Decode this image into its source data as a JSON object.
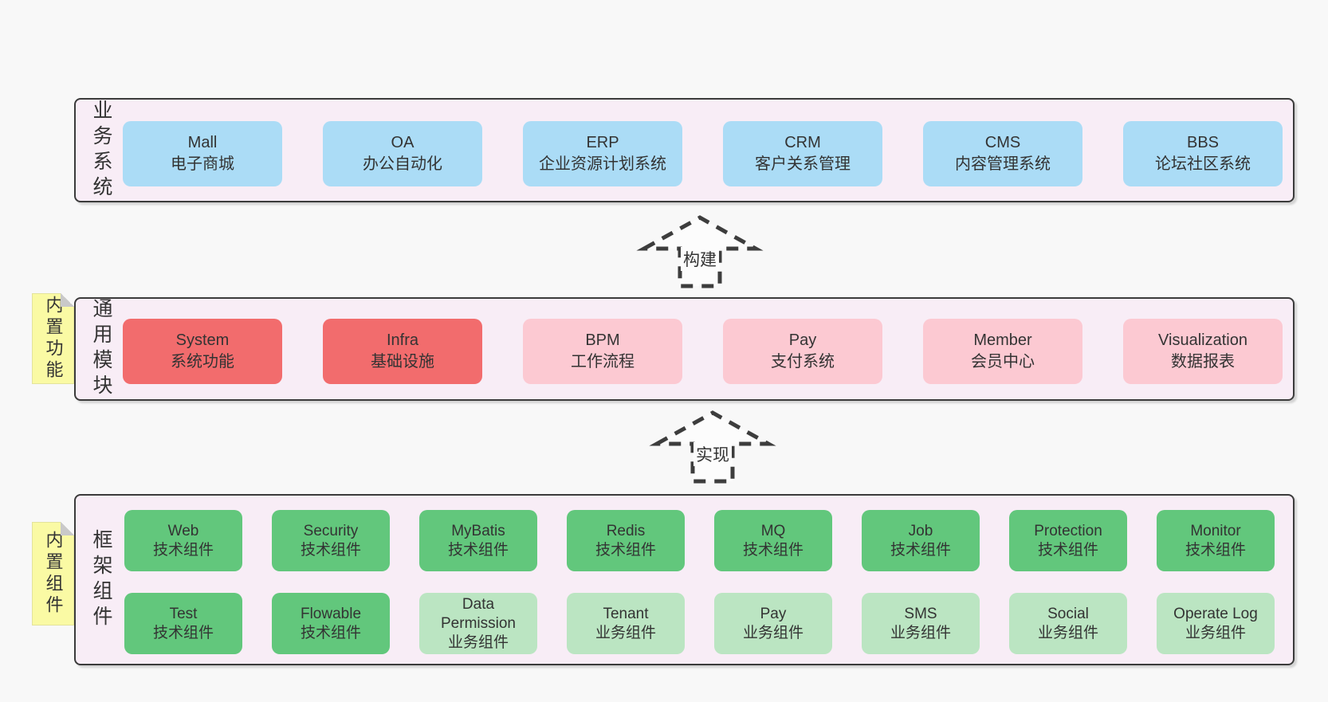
{
  "colors": {
    "page-bg": "#f8f8f8",
    "container-bg": "#f8edf6",
    "container-border": "#3b3b3b",
    "box-blue": "#abdcf6",
    "box-red": "#f26c6d",
    "box-pink": "#fcc9d2",
    "box-green": "#62c77c",
    "box-green-light": "#bbe5c2",
    "sticky-bg": "#fafaa4",
    "sticky-fold": "#c9c9c9",
    "text": "#333333",
    "arrow-stroke": "#3d3d3d"
  },
  "layers": [
    {
      "label": "业务系统",
      "boxes": [
        {
          "title": "Mall",
          "subtitle": "电子商城"
        },
        {
          "title": "OA",
          "subtitle": "办公自动化"
        },
        {
          "title": "ERP",
          "subtitle": "企业资源计划系统"
        },
        {
          "title": "CRM",
          "subtitle": "客户关系管理"
        },
        {
          "title": "CMS",
          "subtitle": "内容管理系统"
        },
        {
          "title": "BBS",
          "subtitle": "论坛社区系统"
        }
      ]
    },
    {
      "label": "通用模块",
      "sticky": "内置功能",
      "boxes": [
        {
          "title": "System",
          "subtitle": "系统功能"
        },
        {
          "title": "Infra",
          "subtitle": "基础设施"
        },
        {
          "title": "BPM",
          "subtitle": "工作流程"
        },
        {
          "title": "Pay",
          "subtitle": "支付系统"
        },
        {
          "title": "Member",
          "subtitle": "会员中心"
        },
        {
          "title": "Visualization",
          "subtitle": "数据报表"
        }
      ]
    },
    {
      "label": "框架组件",
      "sticky": "内置组件",
      "boxes": [
        {
          "title": "Web",
          "subtitle": "技术组件"
        },
        {
          "title": "Security",
          "subtitle": "技术组件"
        },
        {
          "title": "MyBatis",
          "subtitle": "技术组件"
        },
        {
          "title": "Redis",
          "subtitle": "技术组件"
        },
        {
          "title": "MQ",
          "subtitle": "技术组件"
        },
        {
          "title": "Job",
          "subtitle": "技术组件"
        },
        {
          "title": "Protection",
          "subtitle": "技术组件"
        },
        {
          "title": "Monitor",
          "subtitle": "技术组件"
        },
        {
          "title": "Test",
          "subtitle": "技术组件"
        },
        {
          "title": "Flowable",
          "subtitle": "技术组件"
        },
        {
          "title": "Data Permission",
          "subtitle": "业务组件"
        },
        {
          "title": "Tenant",
          "subtitle": "业务组件"
        },
        {
          "title": "Pay",
          "subtitle": "业务组件"
        },
        {
          "title": "SMS",
          "subtitle": "业务组件"
        },
        {
          "title": "Social",
          "subtitle": "业务组件"
        },
        {
          "title": "Operate Log",
          "subtitle": "业务组件"
        }
      ]
    }
  ],
  "arrows": [
    {
      "label": "构建"
    },
    {
      "label": "实现"
    }
  ]
}
